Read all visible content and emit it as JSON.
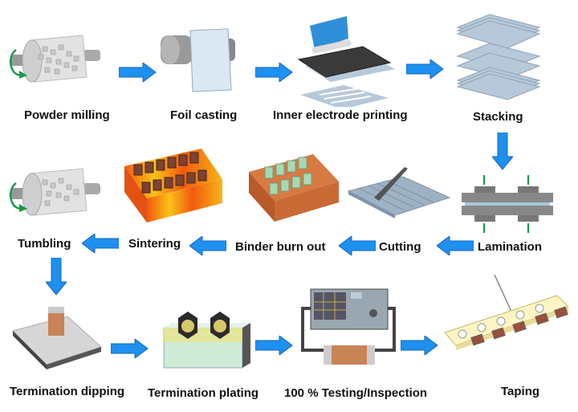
{
  "title": "MLCC manufacturing process flow",
  "colors": {
    "arrow": "#1e90ef",
    "arrow_stroke": "#1565c0",
    "green_arrow": "#1a9a4a"
  },
  "steps": [
    {
      "id": "powder-milling",
      "label": "Powder milling"
    },
    {
      "id": "foil-casting",
      "label": "Foil casting"
    },
    {
      "id": "inner-electrode-printing",
      "label": "Inner electrode printing"
    },
    {
      "id": "stacking",
      "label": "Stacking"
    },
    {
      "id": "lamination",
      "label": "Lamination"
    },
    {
      "id": "cutting",
      "label": "Cutting"
    },
    {
      "id": "binder-burn-out",
      "label": "Binder burn out"
    },
    {
      "id": "sintering",
      "label": "Sintering"
    },
    {
      "id": "tumbling",
      "label": "Tumbling"
    },
    {
      "id": "termination-dipping",
      "label": "Termination dipping"
    },
    {
      "id": "termination-plating",
      "label": "Termination plating"
    },
    {
      "id": "testing-inspection",
      "label": "100 % Testing/Inspection"
    },
    {
      "id": "taping",
      "label": "Taping"
    }
  ]
}
